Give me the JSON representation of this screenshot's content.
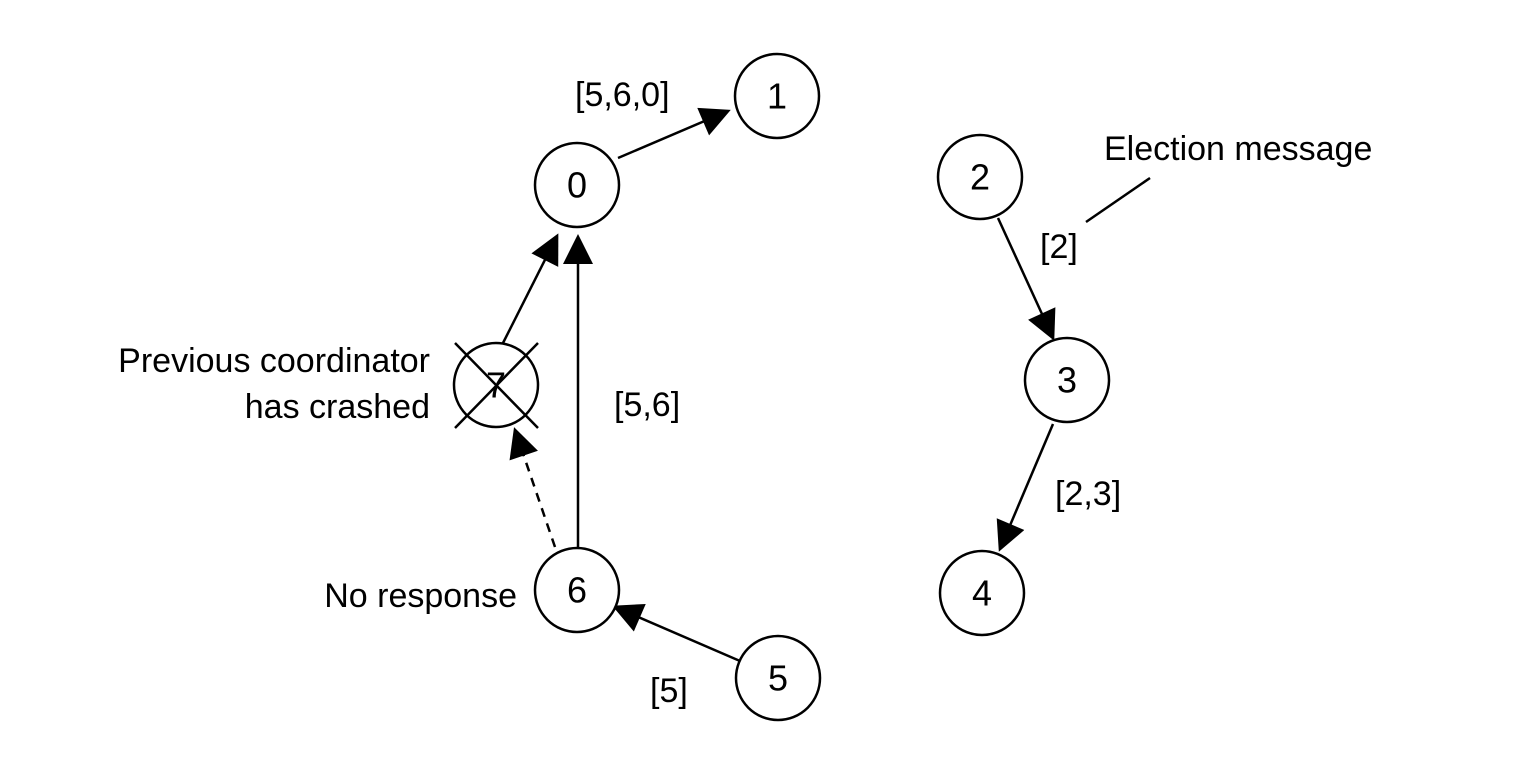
{
  "nodes": [
    {
      "id": "0",
      "label": "0"
    },
    {
      "id": "1",
      "label": "1"
    },
    {
      "id": "2",
      "label": "2"
    },
    {
      "id": "3",
      "label": "3"
    },
    {
      "id": "4",
      "label": "4"
    },
    {
      "id": "5",
      "label": "5"
    },
    {
      "id": "6",
      "label": "6"
    },
    {
      "id": "7",
      "label": "7",
      "status": "crashed"
    }
  ],
  "edges": [
    {
      "from": "0",
      "to": "1",
      "message": "[5,6,0]"
    },
    {
      "from": "6",
      "to": "0",
      "message": "[5,6]"
    },
    {
      "from": "5",
      "to": "6",
      "message": "[5]"
    },
    {
      "from": "6",
      "to": "7",
      "style": "dashed"
    },
    {
      "from": "7",
      "to": "0"
    },
    {
      "from": "2",
      "to": "3",
      "message": "[2]"
    },
    {
      "from": "3",
      "to": "4",
      "message": "[2,3]"
    }
  ],
  "annotations": {
    "crashed_line1": "Previous coordinator",
    "crashed_line2": "has crashed",
    "no_response": "No response",
    "election_message": "Election message"
  }
}
